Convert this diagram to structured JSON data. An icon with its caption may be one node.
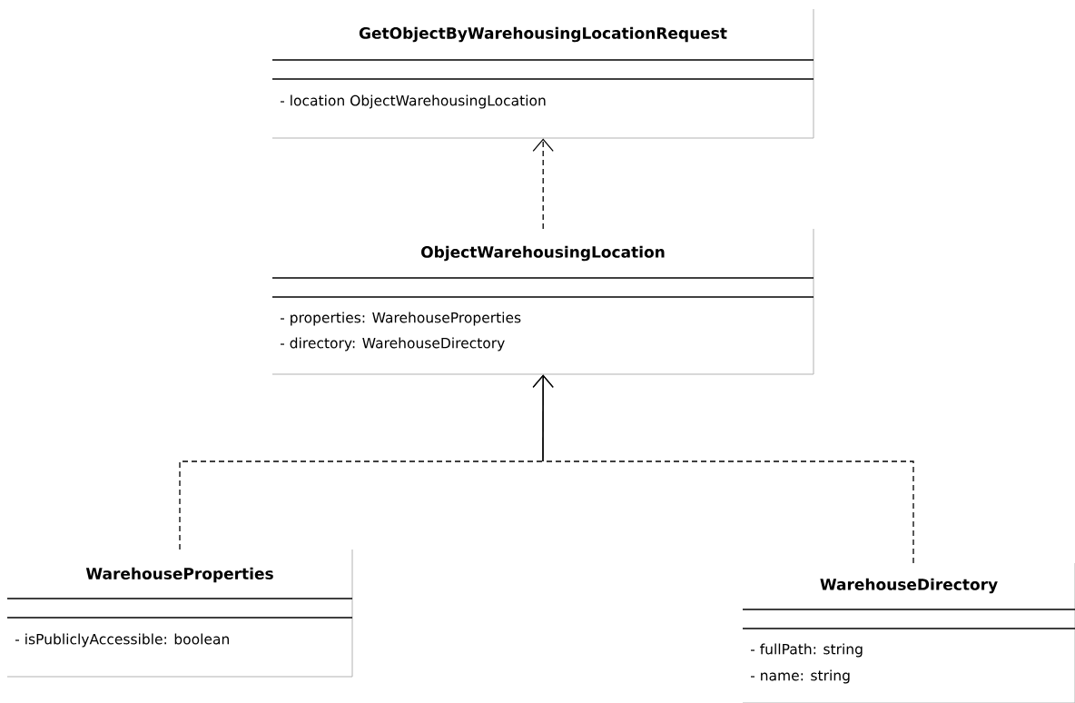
{
  "diagram": {
    "nodes": [
      {
        "text": [
          "GetObjectByWarehousingLocationRequest",
          "- location ObjectWarehousingLocation"
        ]
      },
      {
        "text": [
          "ObjectWarehousingLocation",
          "- properties: WarehouseProperties",
          "- directory: WarehouseDirectory"
        ]
      },
      {
        "text": [
          "WarehouseProperties",
          "- isPubliclyAccessible: boolean"
        ]
      },
      {
        "text": [
          "WarehouseDirectory",
          "- fullPath: string",
          "- name: string"
        ]
      }
    ],
    "edges": [
      {
        "from": 1,
        "to": 0,
        "arrow": "to",
        "style": "dashed"
      },
      {
        "from": 2,
        "to": 1,
        "arrow": "to",
        "style": "dashed"
      },
      {
        "from": 3,
        "to": 1,
        "arrow": "to",
        "style": "dashed"
      }
    ]
  }
}
